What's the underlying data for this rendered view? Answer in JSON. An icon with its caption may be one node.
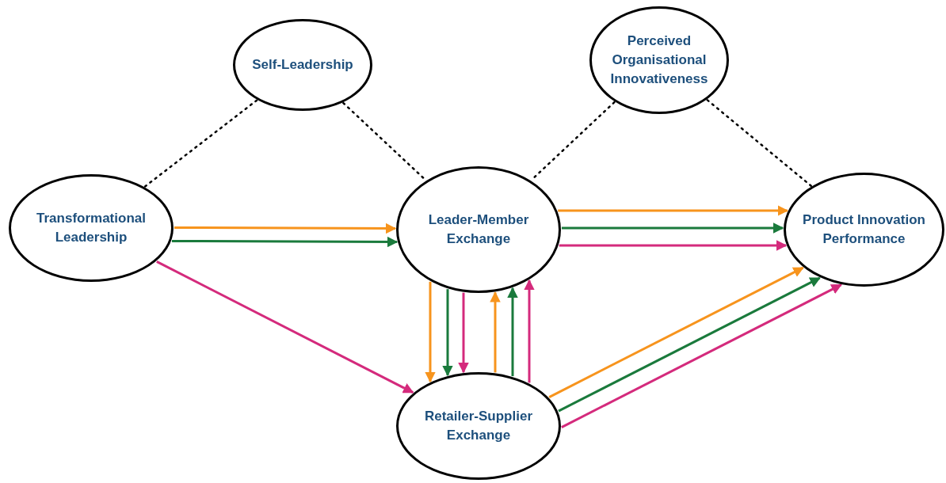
{
  "diagram": {
    "nodes": [
      {
        "text": [
          "Self-Leadership"
        ]
      },
      {
        "text": [
          "Perceived Organisational Innovativeness"
        ]
      },
      {
        "text": [
          "Transformational Leadership"
        ]
      },
      {
        "text": [
          "Leader-Member Exchange"
        ]
      },
      {
        "text": [
          "Product Innovation Performance"
        ]
      },
      {
        "text": [
          "Retailer-Supplier Exchange"
        ]
      }
    ],
    "edges": [
      {
        "from": 0,
        "to": 2,
        "arrow": "none",
        "style": "dashed",
        "color": "#000000"
      },
      {
        "from": 0,
        "to": 3,
        "arrow": "none",
        "style": "dashed",
        "color": "#000000"
      },
      {
        "from": 1,
        "to": 3,
        "arrow": "none",
        "style": "dashed",
        "color": "#000000"
      },
      {
        "from": 1,
        "to": 4,
        "arrow": "none",
        "style": "dashed",
        "color": "#000000"
      },
      {
        "from": 2,
        "to": 3,
        "arrow": "to",
        "color": "#f7941d"
      },
      {
        "from": 2,
        "to": 3,
        "arrow": "to",
        "color": "#1a7a3c"
      },
      {
        "from": 2,
        "to": 5,
        "arrow": "to",
        "color": "#d42a7c"
      },
      {
        "from": 3,
        "to": 4,
        "arrow": "to",
        "color": "#f7941d"
      },
      {
        "from": 3,
        "to": 4,
        "arrow": "to",
        "color": "#1a7a3c"
      },
      {
        "from": 3,
        "to": 4,
        "arrow": "to",
        "color": "#d42a7c"
      },
      {
        "from": 3,
        "to": 5,
        "arrow": "to",
        "color": "#f7941d"
      },
      {
        "from": 3,
        "to": 5,
        "arrow": "to",
        "color": "#1a7a3c"
      },
      {
        "from": 3,
        "to": 5,
        "arrow": "to",
        "color": "#d42a7c"
      },
      {
        "from": 5,
        "to": 3,
        "arrow": "to",
        "color": "#f7941d"
      },
      {
        "from": 5,
        "to": 3,
        "arrow": "to",
        "color": "#1a7a3c"
      },
      {
        "from": 5,
        "to": 3,
        "arrow": "to",
        "color": "#d42a7c"
      },
      {
        "from": 5,
        "to": 4,
        "arrow": "to",
        "color": "#f7941d"
      },
      {
        "from": 5,
        "to": 4,
        "arrow": "to",
        "color": "#1a7a3c"
      },
      {
        "from": 5,
        "to": 4,
        "arrow": "to",
        "color": "#d42a7c"
      }
    ]
  }
}
